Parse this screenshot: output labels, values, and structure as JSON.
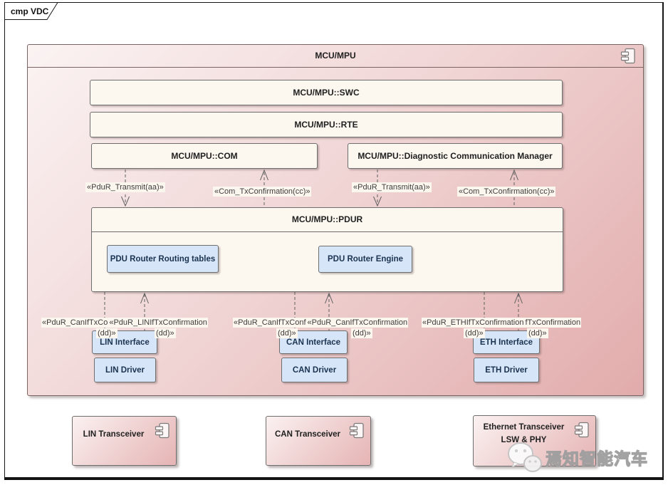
{
  "frame": {
    "tab": "cmp VDC"
  },
  "mcu": {
    "title": "MCU/MPU",
    "swc_label": "MCU/MPU::SWC",
    "rte_label": "MCU/MPU::RTE",
    "com_label": "MCU/MPU::COM",
    "dcm_label": "MCU/MPU::Diagnostic Communication Manager",
    "pdur_title": "MCU/MPU::PDUR",
    "routing_tables_label": "PDU Router Routing tables",
    "engine_label": "PDU Router Engine"
  },
  "top_labels": {
    "transmit_left": "«PduR_Transmit(aa)»",
    "com_tx_left": "«Com_TxConfirmation(cc)»",
    "transmit_right": "«PduR_Transmit(aa)»",
    "com_tx_right": "«Com_TxConfirmation(cc)»"
  },
  "bottom_labels": {
    "frag_a": "«PduR_CanIfTxCo",
    "frag_b": "«PduR_LINIfTxConfirmation",
    "frag_c": "«PduR_CanIfTxConf",
    "frag_d": "«PduR_CanIfTxConfirmation",
    "frag_e": "«PduR_ETHIfTxConfirmation",
    "frag_f": "fTxConfirmation",
    "dd": "(dd)»"
  },
  "stacks": [
    {
      "interface_label": "LIN Interface",
      "driver_label": "LIN Driver"
    },
    {
      "interface_label": "CAN Interface",
      "driver_label": "CAN Driver"
    },
    {
      "interface_label": "ETH Interface",
      "driver_label": "ETH Driver"
    }
  ],
  "transceivers": [
    {
      "title": "LIN Transceiver"
    },
    {
      "title": "CAN Transceiver"
    },
    {
      "title": "Ethernet Transceiver",
      "subtitle": "LSW & PHY"
    }
  ],
  "watermark": {
    "text": "焉知智能汽车"
  },
  "colors": {
    "component_pink_light": "#fbf3f3",
    "component_pink_dark": "#e2abab",
    "block_cream": "#fcf8f0",
    "block_blue_fill": "#d6e6f8",
    "block_blue_border": "#6e8cae",
    "connector_gray": "#5f5f5f",
    "frame_black": "#141414"
  }
}
